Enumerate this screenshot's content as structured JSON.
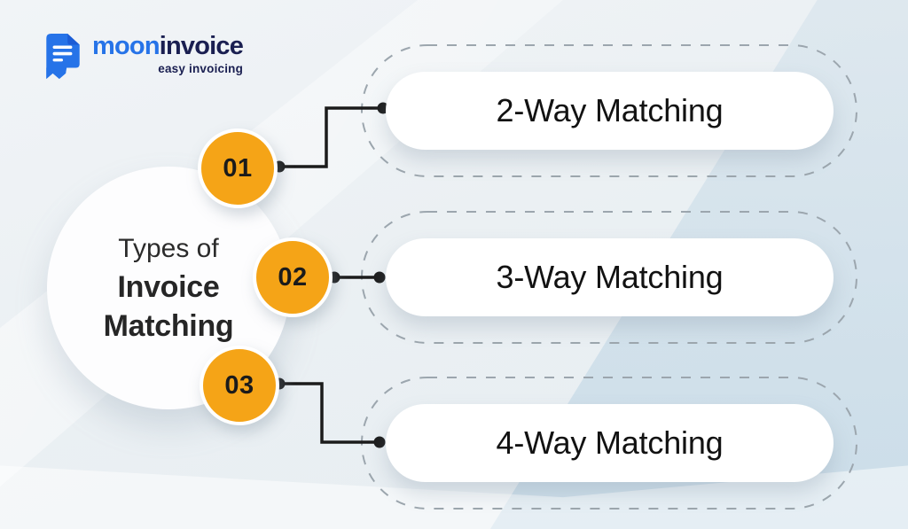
{
  "brand": {
    "name_primary": "moon",
    "name_secondary": "invoice",
    "tagline": "easy invoicing",
    "icon": "invoice-ribbon-icon",
    "logo_blue": "#2673E8",
    "logo_navy": "#1A1F51"
  },
  "title": {
    "line1": "Types of",
    "line2": "Invoice",
    "line3": "Matching"
  },
  "items": [
    {
      "number": "01",
      "label": "2-Way Matching"
    },
    {
      "number": "02",
      "label": "3-Way Matching"
    },
    {
      "number": "03",
      "label": "4-Way Matching"
    }
  ],
  "colors": {
    "badge_orange": "#F5A417",
    "connector_black": "#1B1B1B",
    "dashed_gray": "#9CA6AE",
    "background": "#EBF0F3",
    "band_blue": "#CEDEE9",
    "text_dark": "#1E1E1E"
  }
}
